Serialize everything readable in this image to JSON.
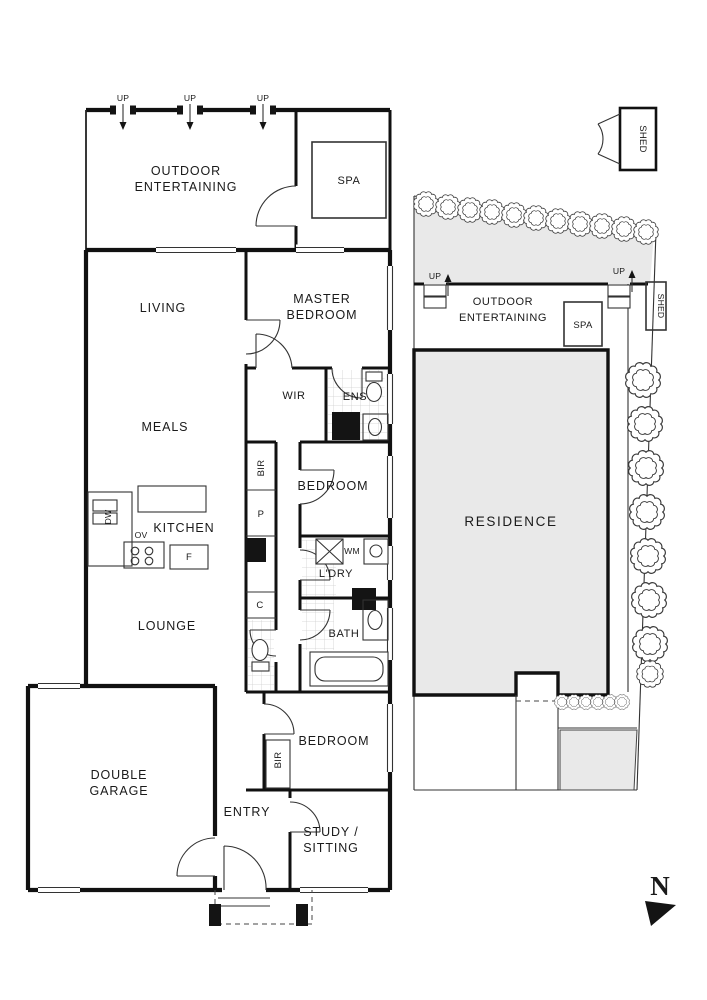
{
  "floor_plan": {
    "up_label": "UP",
    "outdoor_entertaining_l1": "OUTDOOR",
    "outdoor_entertaining_l2": "ENTERTAINING",
    "spa": "SPA",
    "living": "LIVING",
    "master_l1": "MASTER",
    "master_l2": "BEDROOM",
    "wir": "WIR",
    "ens": "ENS",
    "meals": "MEALS",
    "bir_1": "BIR",
    "bedroom_1": "BEDROOM",
    "pantry": "P",
    "dishwasher": "DW",
    "oven": "OV",
    "kitchen": "KITCHEN",
    "fridge": "F",
    "washing_machine": "WM",
    "laundry": "L'DRY",
    "lounge": "LOUNGE",
    "cupboard": "C",
    "bath": "BATH",
    "garage_l1": "DOUBLE",
    "garage_l2": "GARAGE",
    "bir_2": "BIR",
    "bedroom_2": "BEDROOM",
    "entry": "ENTRY",
    "study_l1": "STUDY /",
    "study_l2": "SITTING"
  },
  "site_plan": {
    "detached_shed": "SHED",
    "up_label": "UP",
    "outdoor_entertaining_l1": "OUTDOOR",
    "outdoor_entertaining_l2": "ENTERTAINING",
    "spa": "SPA",
    "attached_shed": "SHED",
    "residence": "RESIDENCE"
  },
  "compass": {
    "north_label": "N"
  },
  "colors": {
    "ink": "#1a1a1a",
    "wall": "#111111",
    "area_fill": "#e9e9e9",
    "tile_line": "#cfcfcf"
  }
}
